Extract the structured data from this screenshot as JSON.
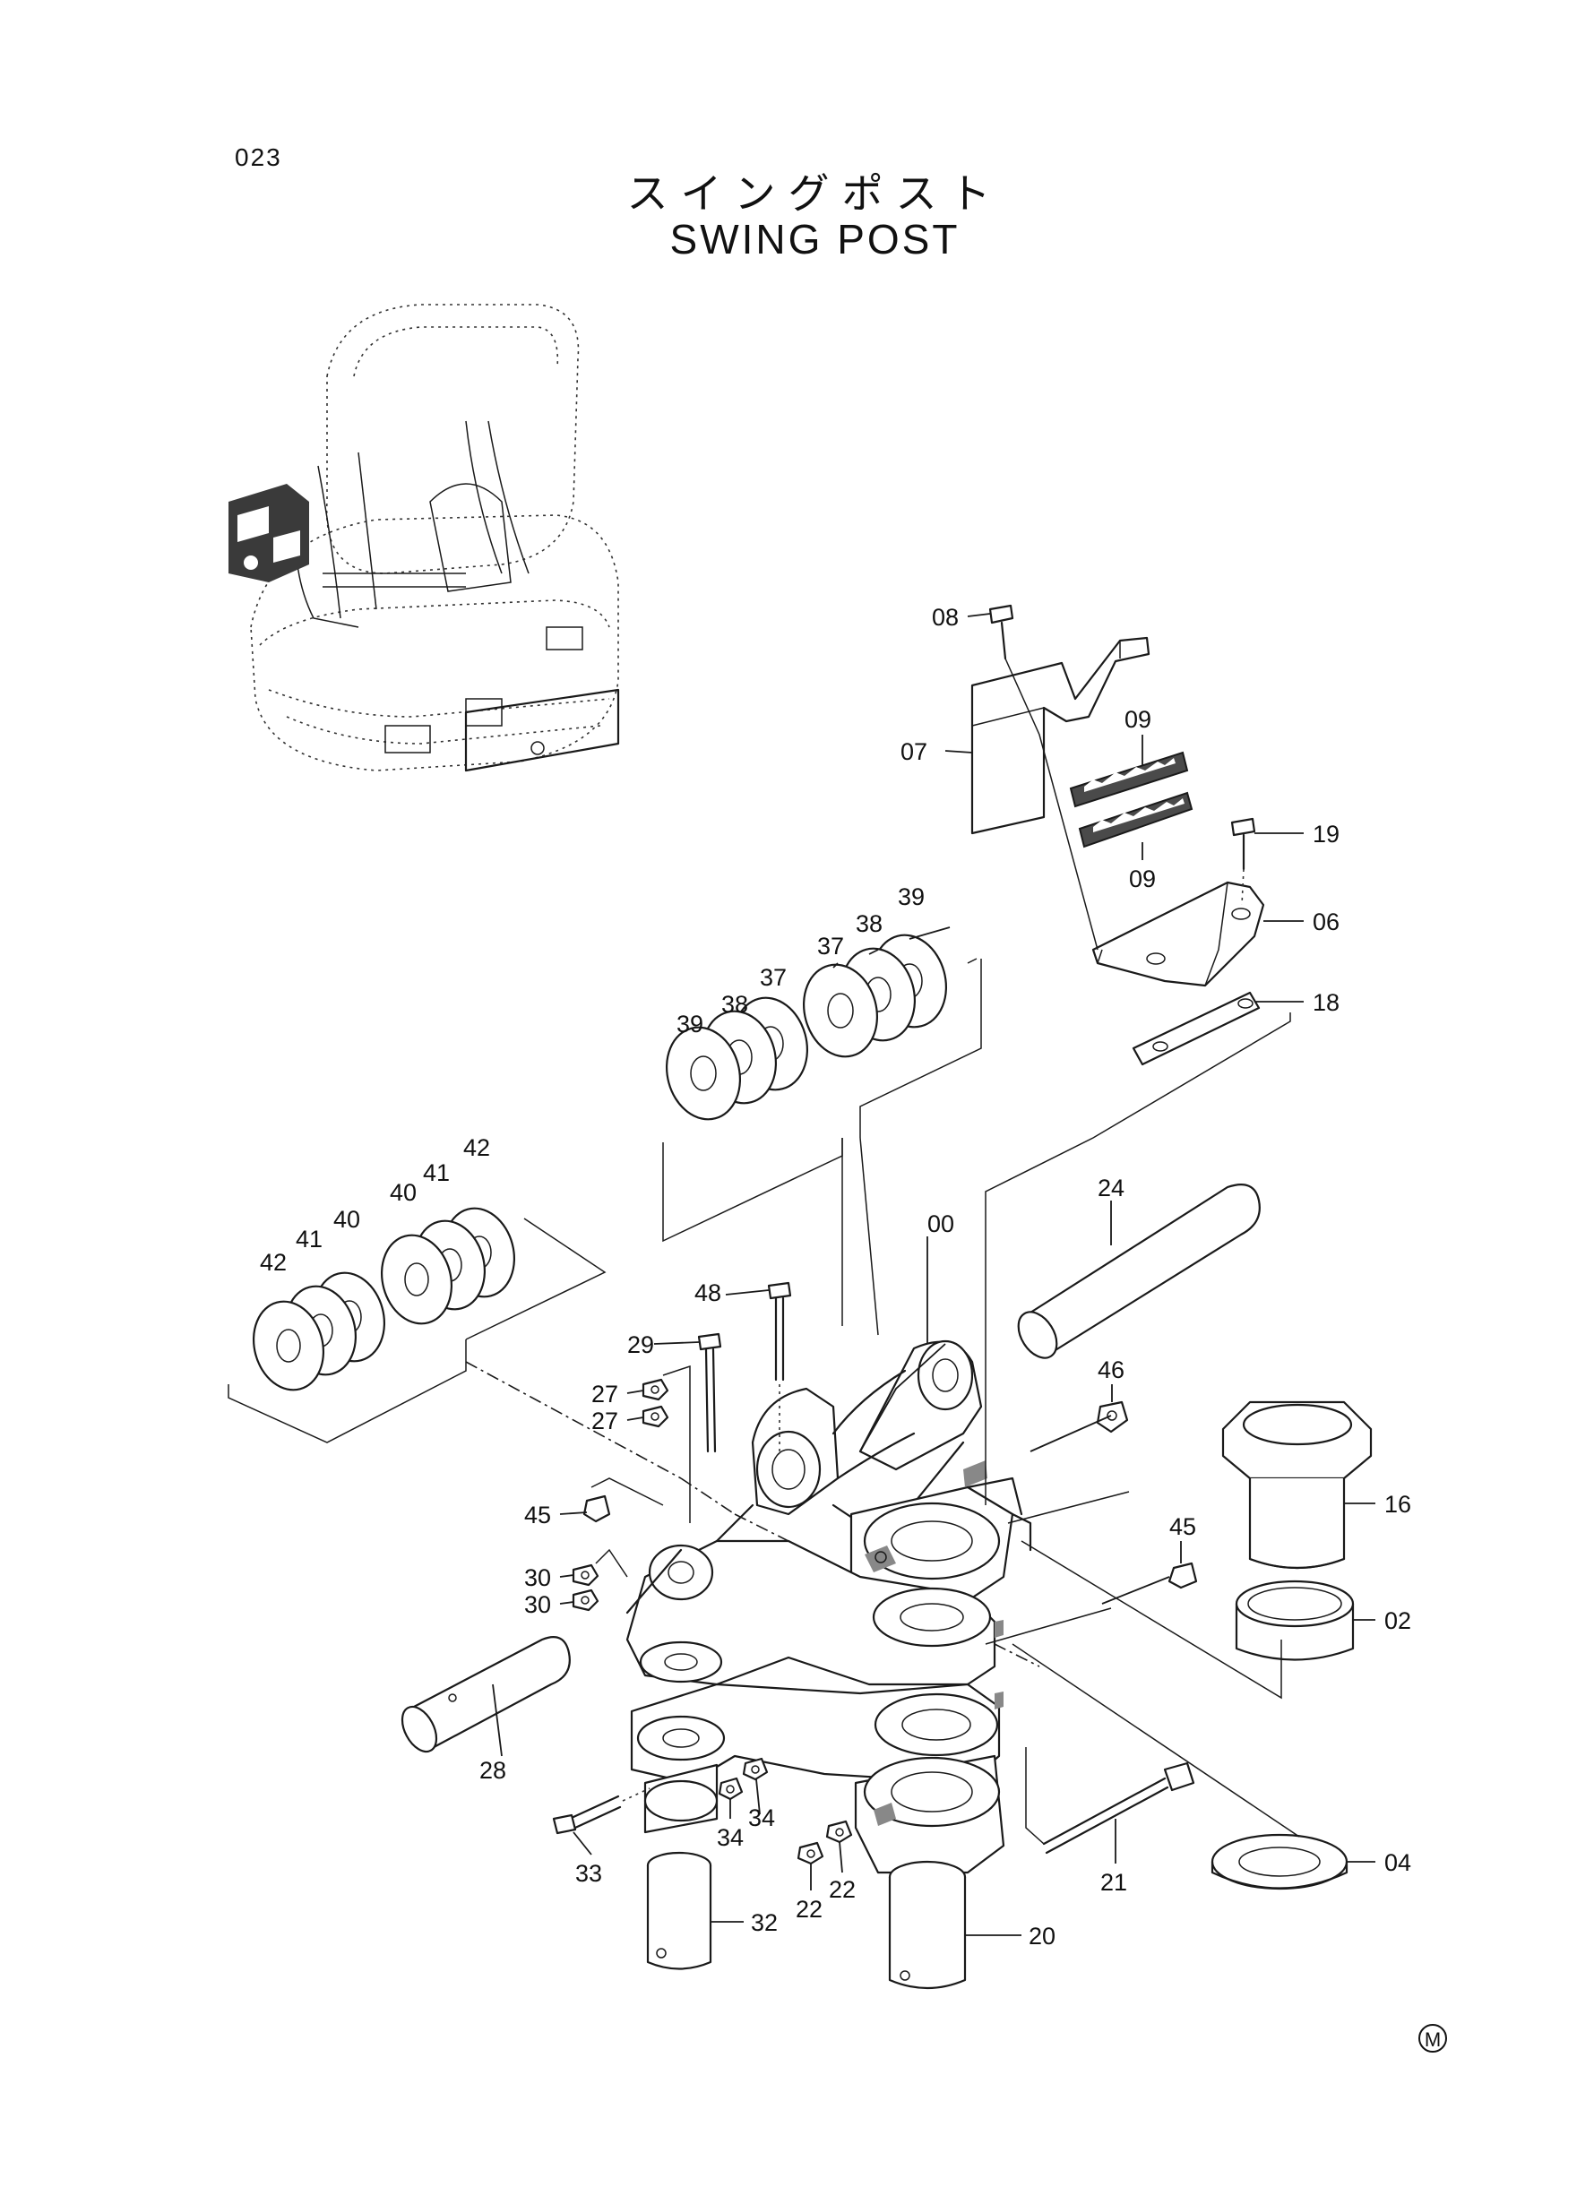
{
  "page_number": "023",
  "title_jp": "スイングポスト",
  "title_en": "SWING POST",
  "mark": "M",
  "callouts": [
    {
      "id": "c-00",
      "label": "00"
    },
    {
      "id": "c-02",
      "label": "02"
    },
    {
      "id": "c-04",
      "label": "04"
    },
    {
      "id": "c-06",
      "label": "06"
    },
    {
      "id": "c-07",
      "label": "07"
    },
    {
      "id": "c-08",
      "label": "08"
    },
    {
      "id": "c-09a",
      "label": "09"
    },
    {
      "id": "c-09b",
      "label": "09"
    },
    {
      "id": "c-16",
      "label": "16"
    },
    {
      "id": "c-18",
      "label": "18"
    },
    {
      "id": "c-19",
      "label": "19"
    },
    {
      "id": "c-20",
      "label": "20"
    },
    {
      "id": "c-21",
      "label": "21"
    },
    {
      "id": "c-22a",
      "label": "22"
    },
    {
      "id": "c-22b",
      "label": "22"
    },
    {
      "id": "c-24",
      "label": "24"
    },
    {
      "id": "c-27a",
      "label": "27"
    },
    {
      "id": "c-27b",
      "label": "27"
    },
    {
      "id": "c-28",
      "label": "28"
    },
    {
      "id": "c-29",
      "label": "29"
    },
    {
      "id": "c-30a",
      "label": "30"
    },
    {
      "id": "c-30b",
      "label": "30"
    },
    {
      "id": "c-32",
      "label": "32"
    },
    {
      "id": "c-33",
      "label": "33"
    },
    {
      "id": "c-34a",
      "label": "34"
    },
    {
      "id": "c-34b",
      "label": "34"
    },
    {
      "id": "c-37a",
      "label": "37"
    },
    {
      "id": "c-37b",
      "label": "37"
    },
    {
      "id": "c-38a",
      "label": "38"
    },
    {
      "id": "c-38b",
      "label": "38"
    },
    {
      "id": "c-39a",
      "label": "39"
    },
    {
      "id": "c-39b",
      "label": "39"
    },
    {
      "id": "c-40a",
      "label": "40"
    },
    {
      "id": "c-40b",
      "label": "40"
    },
    {
      "id": "c-41a",
      "label": "41"
    },
    {
      "id": "c-41b",
      "label": "41"
    },
    {
      "id": "c-42a",
      "label": "42"
    },
    {
      "id": "c-42b",
      "label": "42"
    },
    {
      "id": "c-45a",
      "label": "45"
    },
    {
      "id": "c-45b",
      "label": "45"
    },
    {
      "id": "c-46",
      "label": "46"
    },
    {
      "id": "c-48",
      "label": "48"
    }
  ]
}
